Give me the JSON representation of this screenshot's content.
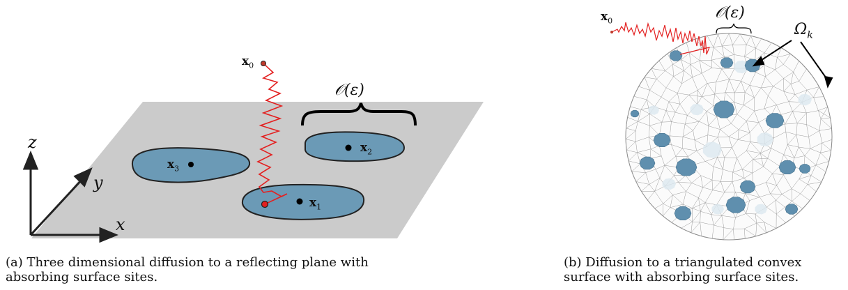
{
  "figure_a": {
    "caption": "(a) Three dimensional diffusion to a reflecting plane with absorbing surface sites.",
    "axis_x": "x",
    "axis_y": "y",
    "axis_z": "z",
    "start_label": "x",
    "start_sub": "0",
    "scale_label": "𝒪(ε)",
    "site_labels": [
      {
        "text": "x",
        "sub": "1"
      },
      {
        "text": "x",
        "sub": "2"
      },
      {
        "text": "x",
        "sub": "3"
      }
    ],
    "colors": {
      "plane": "#cbcbcb",
      "site": "#6b9ab6",
      "path": "#e32020"
    }
  },
  "figure_b": {
    "caption": "(b) Diffusion to a triangulated convex surface with absorbing surface sites.",
    "start_label": "x",
    "start_sub": "0",
    "scale_label": "𝒪(ε)",
    "site_label": "Ω",
    "site_sub": "k",
    "colors": {
      "mesh": "#9a9a9a",
      "site": "#5f8fae",
      "site_faint": "#dce8f0",
      "path": "#e32020"
    }
  }
}
